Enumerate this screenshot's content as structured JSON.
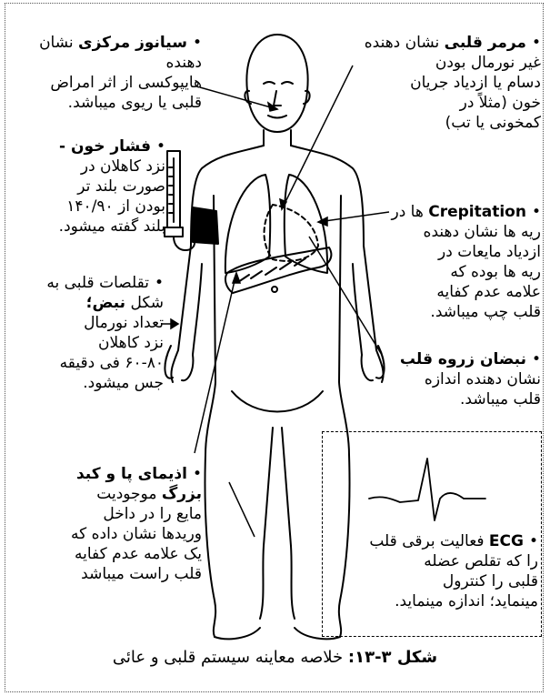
{
  "annotations": {
    "cyanosis": {
      "title": "سیانوز مرکزی",
      "rest": " نشان دهنده",
      "l2": "هایپوکسی از اثر امراض",
      "l3": "قلبی یا ریوی میباشد."
    },
    "bp": {
      "title": "فشار خون -",
      "l2": "نزد کاهلان در",
      "l3": "صورت بلند تر",
      "l4": "بودن از ۱۴۰/۹۰",
      "l5": "بلند گفته میشود."
    },
    "pulse": {
      "pre": "تقلصات قلبی به",
      "l2a": "شکل ",
      "l2b": "نبض؛",
      "l3": "تعداد نورمال",
      "l4": "نزد کاهلان",
      "l5": "۶۰-۸۰ فی دقیقه",
      "l6": "جس میشود."
    },
    "edema": {
      "title": "اذیمای پا و کبد",
      "l2b": "بزرگ",
      "l2": " موجودیت",
      "l3": "مایع را در داخل",
      "l4": "وریدها نشان داده که",
      "l5": "یک علامه عدم کفایه",
      "l6": "قلب راست میباشد"
    },
    "murmur": {
      "title": "مرمر قلبی",
      "rest": " نشان دهنده",
      "l2": "غیر نورمال بودن",
      "l3": "دسام یا ازدیاد جریان",
      "l4": "خون (مثلاً در",
      "l5": "کمخونی یا تب)"
    },
    "crepitation": {
      "title": "Crepitation",
      "rest": " ها در",
      "l2": "ریه ها نشان دهنده",
      "l3": "ازدیاد مایعات در",
      "l4": "ریه ها بوده که",
      "l5": "علامه عدم کفایه",
      "l6": "قلب چپ میباشد."
    },
    "apex": {
      "title": "نبضان زروه قلب",
      "l2": "نشان دهنده اندازه",
      "l3": "قلب میباشد."
    },
    "ecg": {
      "title": "ECG",
      "rest": " فعالیت برقی قلب",
      "l2": "را که تقلص عضله",
      "l3": "قلبی را کنترول",
      "l4": "مینماید؛ اندازه مینماید."
    }
  },
  "caption": {
    "label": "شکل ۳-۱۳:",
    "text": " خلاصه معاینه سیستم قلبی و عائی"
  }
}
